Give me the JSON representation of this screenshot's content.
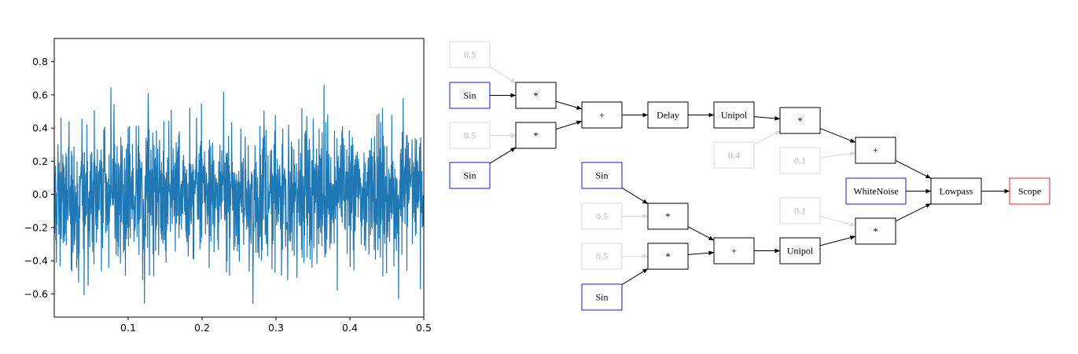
{
  "colors": {
    "signal": "#1f77b4",
    "constant_node": "#d9d9d9",
    "constant_text": "#b3b3b3",
    "source_node": "#1a1acc",
    "sink_node": "#e02020",
    "default_node": "#000000"
  },
  "chart_data": {
    "type": "line",
    "title": "",
    "xlabel": "",
    "ylabel": "",
    "xlim": [
      0.0,
      0.5
    ],
    "ylim": [
      -0.74,
      0.94
    ],
    "x_ticks": [
      0.1,
      0.2,
      0.3,
      0.4,
      0.5
    ],
    "x_tick_labels": [
      "0.1",
      "0.2",
      "0.3",
      "0.4",
      "0.5"
    ],
    "y_ticks": [
      0.8,
      0.6,
      0.4,
      0.2,
      0.0,
      -0.2,
      -0.4,
      -0.6
    ],
    "y_tick_labels": [
      "0.8",
      "0.6",
      "0.4",
      "0.2",
      "0.0",
      "−0.2",
      "−0.4",
      "−0.6"
    ],
    "grid": false,
    "series": [
      {
        "color": "#1f77b4",
        "sample_count": 1200,
        "typical_max": 0.3,
        "typical_min": -0.3,
        "y_max": 0.66,
        "y_min": -0.66,
        "notable_points": [
          {
            "x": 0.365,
            "y": 0.66
          },
          {
            "x": 0.122,
            "y": -0.66
          },
          {
            "x": 0.127,
            "y": 0.61
          },
          {
            "x": 0.229,
            "y": 0.62
          },
          {
            "x": 0.383,
            "y": -0.58
          },
          {
            "x": 0.472,
            "y": 0.58
          },
          {
            "x": 0.466,
            "y": -0.63
          },
          {
            "x": 0.046,
            "y": -0.55
          }
        ]
      }
    ]
  },
  "diagram": {
    "nodes": [
      {
        "id": "c05a",
        "label": "0.5",
        "kind": "constant"
      },
      {
        "id": "sin1",
        "label": "Sin",
        "kind": "source"
      },
      {
        "id": "c05b",
        "label": "0.5",
        "kind": "constant"
      },
      {
        "id": "sin2",
        "label": "Sin",
        "kind": "source"
      },
      {
        "id": "mul1",
        "label": "*",
        "kind": "op"
      },
      {
        "id": "mul2",
        "label": "*",
        "kind": "op"
      },
      {
        "id": "add1",
        "label": "+",
        "kind": "op"
      },
      {
        "id": "delay",
        "label": "Delay",
        "kind": "op"
      },
      {
        "id": "unipol1",
        "label": "Unipol",
        "kind": "op"
      },
      {
        "id": "mul3",
        "label": "*",
        "kind": "op"
      },
      {
        "id": "c04",
        "label": "0.4",
        "kind": "constant"
      },
      {
        "id": "add2",
        "label": "+",
        "kind": "op"
      },
      {
        "id": "c01a",
        "label": "0.1",
        "kind": "constant"
      },
      {
        "id": "sin3",
        "label": "Sin",
        "kind": "source"
      },
      {
        "id": "c05c",
        "label": "0.5",
        "kind": "constant"
      },
      {
        "id": "mul4",
        "label": "*",
        "kind": "op"
      },
      {
        "id": "c05d",
        "label": "0.5",
        "kind": "constant"
      },
      {
        "id": "mul5",
        "label": "*",
        "kind": "op"
      },
      {
        "id": "sin4",
        "label": "Sin",
        "kind": "source"
      },
      {
        "id": "add3",
        "label": "+",
        "kind": "op"
      },
      {
        "id": "unipol2",
        "label": "Unipol",
        "kind": "op"
      },
      {
        "id": "c01b",
        "label": "0.1",
        "kind": "constant"
      },
      {
        "id": "mul6",
        "label": "*",
        "kind": "op"
      },
      {
        "id": "whitenoise",
        "label": "WhiteNoise",
        "kind": "source"
      },
      {
        "id": "lowpass",
        "label": "Lowpass",
        "kind": "op"
      },
      {
        "id": "scope",
        "label": "Scope",
        "kind": "sink"
      }
    ],
    "edges": [
      {
        "from": "c05a",
        "to": "mul1"
      },
      {
        "from": "sin1",
        "to": "mul1"
      },
      {
        "from": "c05b",
        "to": "mul2"
      },
      {
        "from": "sin2",
        "to": "mul2"
      },
      {
        "from": "mul1",
        "to": "add1"
      },
      {
        "from": "mul2",
        "to": "add1"
      },
      {
        "from": "add1",
        "to": "delay"
      },
      {
        "from": "delay",
        "to": "unipol1"
      },
      {
        "from": "unipol1",
        "to": "mul3"
      },
      {
        "from": "c04",
        "to": "mul3"
      },
      {
        "from": "mul3",
        "to": "add2"
      },
      {
        "from": "c01a",
        "to": "add2"
      },
      {
        "from": "add2",
        "to": "lowpass"
      },
      {
        "from": "sin3",
        "to": "mul4"
      },
      {
        "from": "c05c",
        "to": "mul4"
      },
      {
        "from": "c05d",
        "to": "mul5"
      },
      {
        "from": "sin4",
        "to": "mul5"
      },
      {
        "from": "mul4",
        "to": "add3"
      },
      {
        "from": "mul5",
        "to": "add3"
      },
      {
        "from": "add3",
        "to": "unipol2"
      },
      {
        "from": "unipol2",
        "to": "mul6"
      },
      {
        "from": "c01b",
        "to": "mul6"
      },
      {
        "from": "mul6",
        "to": "lowpass"
      },
      {
        "from": "whitenoise",
        "to": "lowpass"
      },
      {
        "from": "lowpass",
        "to": "scope"
      }
    ]
  }
}
